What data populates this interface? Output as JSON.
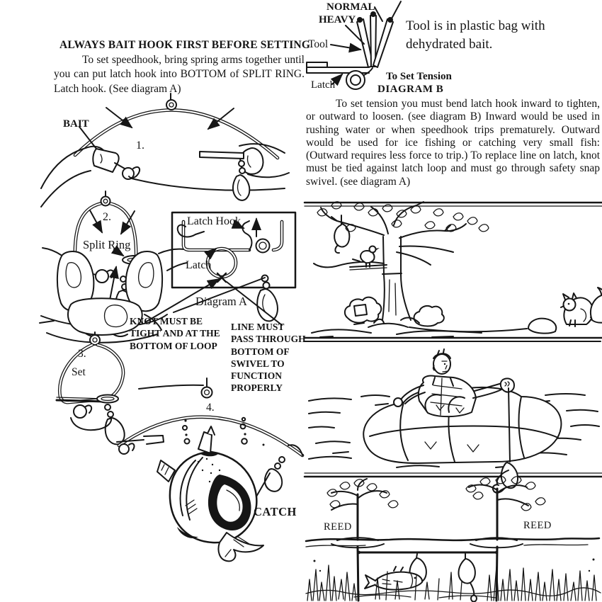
{
  "document": {
    "heading": "ALWAYS BAIT HOOK FIRST BEFORE SETTING",
    "intro_paragraph": "To set speedhook, bring spring arms together until you can put latch hook into BOTTOM of SPLIT RING. Latch hook. (See diagram A)",
    "tension_paragraph": "To set tension you must bend latch hook inward to tighten, or outward to loosen.  (see diagram B)  Inward would be used in rushing water or when speedhook trips prematurely.  Outward would be used for ice fishing or catching very small fish: (Outward requires less force to trip.)  To replace line on latch, knot must be tied against latch loop and must go through safety snap swivel. (see diagram A)"
  },
  "diagram_b": {
    "label_normal": "NORMAL",
    "label_heavy": "HEAVY",
    "label_tool": "Tool",
    "label_latch": "Latch",
    "caption_line1": "To Set Tension",
    "caption_line2": "DIAGRAM B",
    "note": "Tool is in plastic bag with dehydrated bait."
  },
  "diagram_a": {
    "label_latch_hook": "Latch Hook",
    "label_latch": "Latch",
    "caption": "Diagram A"
  },
  "steps": {
    "step1": "1.",
    "step2": "2.",
    "step3": "3.",
    "step4": "4."
  },
  "labels": {
    "bait": "BAIT",
    "split_ring": "Split Ring",
    "set": "Set",
    "catch": "CATCH",
    "reed_left": "REED",
    "reed_right": "REED",
    "knot_note": "KNOT MUST BE\nTIGHT AND AT THE\nBOTTOM OF LOOP",
    "line_note": "LINE MUST\nPASS THROUGH\nBOTTOM OF\nSWIVEL TO\nFUNCTION\nPROPERLY"
  },
  "colors": {
    "ink": "#161616",
    "paper": "#ffffff"
  }
}
